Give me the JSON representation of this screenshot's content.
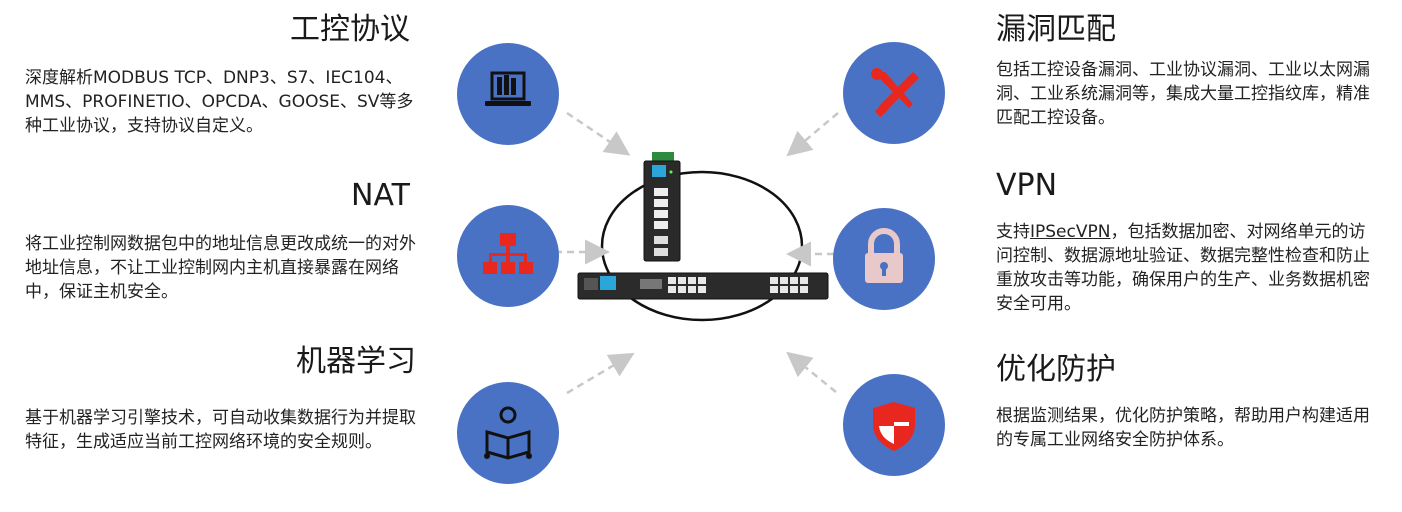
{
  "features": {
    "protocol": {
      "title": "工控协议",
      "desc": "深度解析MODBUS TCP、DNP3、S7、IEC104、MMS、PROFINETIO、OPCDA、GOOSE、SV等多种工业协议，支持协议自定义。",
      "icon": "laptop-book-icon"
    },
    "nat": {
      "title": "NAT",
      "desc": "将工业控制网数据包中的地址信息更改成统一的对外地址信息，不让工业控制网内主机直接暴露在网络中，保证主机安全。",
      "icon": "network-hierarchy-icon"
    },
    "ml": {
      "title": "机器学习",
      "desc": "基于机器学习引擎技术，可自动收集数据行为并提取特征，生成适应当前工控网络环境的安全规则。",
      "icon": "reading-person-icon"
    },
    "vuln": {
      "title": "漏洞匹配",
      "desc": "包括工控设备漏洞、工业协议漏洞、工业以太网漏洞、工业系统漏洞等，集成大量工控指纹库，精准匹配工控设备。",
      "icon": "wrench-screwdriver-icon"
    },
    "vpn": {
      "title": "VPN",
      "desc_prefix": "支持",
      "desc_link": "IPSecVPN",
      "desc_rest": "，包括数据加密、对网络单元的访问控制、数据源地址验证、数据完整性检查和防止重放攻击等功能，确保用户的生产、业务数据机密安全可用。",
      "icon": "padlock-icon"
    },
    "protect": {
      "title": "优化防护",
      "desc": "根据监测结果，优化防护策略，帮助用户构建适用的专属工业网络安全防护体系。",
      "icon": "shield-icon"
    }
  },
  "colors": {
    "circle": "#4a72c4",
    "icon_red": "#e8281f",
    "arrow": "#c8c8c8",
    "lock": "#e8c8c8"
  }
}
